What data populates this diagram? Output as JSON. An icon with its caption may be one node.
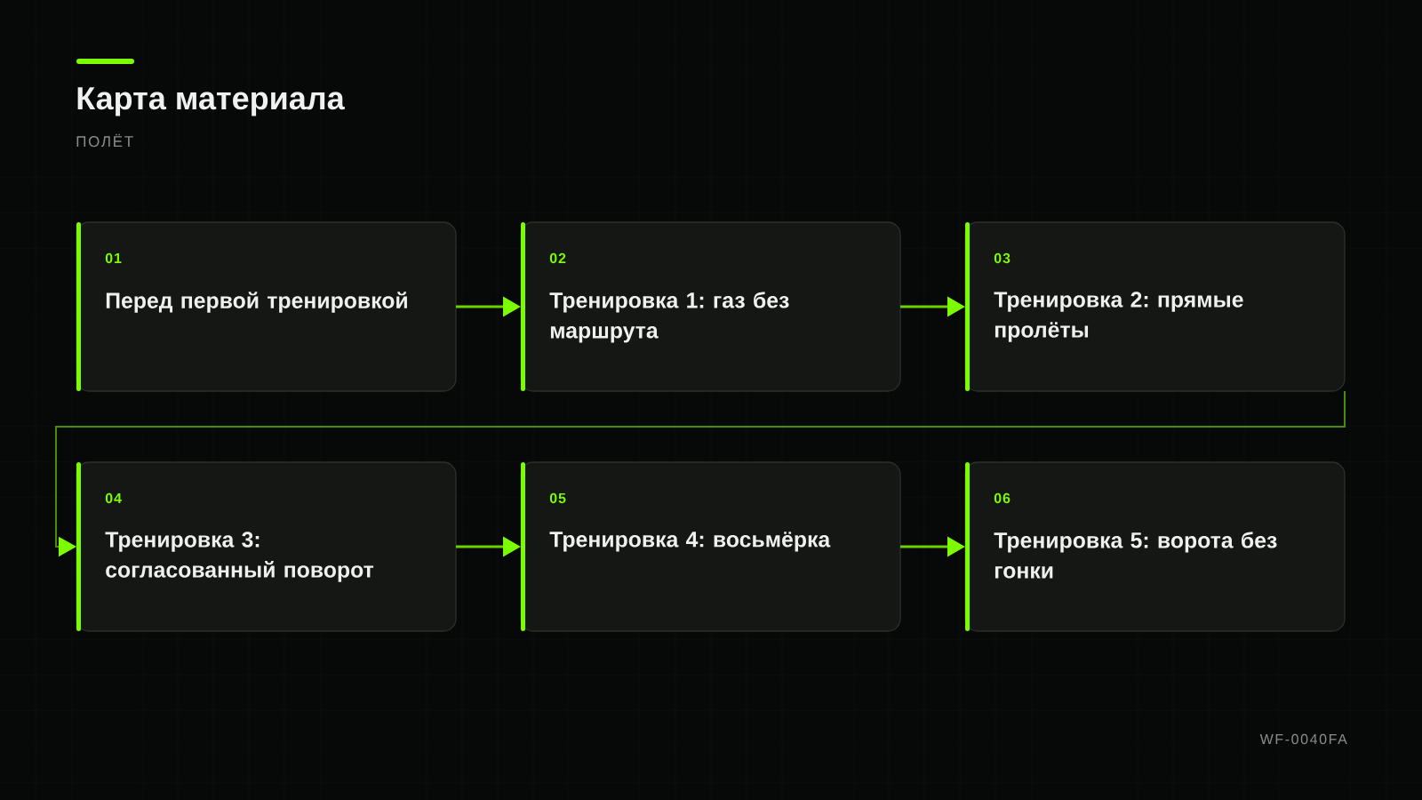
{
  "diagram": {
    "title": "Карта материала",
    "nodes": [
      {
        "text": [
          "01",
          "Перед первой тренировкой"
        ]
      },
      {
        "text": [
          "02",
          "Тренировка 1: газ без маршрута"
        ]
      },
      {
        "text": [
          "03",
          "Тренировка 2: прямые пролёты"
        ]
      },
      {
        "text": [
          "04",
          "Тренировка 3: согласованный поворот"
        ]
      },
      {
        "text": [
          "05",
          "Тренировка 4: восьмёрка"
        ]
      },
      {
        "text": [
          "06",
          "Тренировка 5: ворота без гонки"
        ]
      }
    ],
    "edges": [
      {
        "from": 0,
        "to": 1,
        "arrow": "to"
      },
      {
        "from": 1,
        "to": 2,
        "arrow": "to"
      },
      {
        "from": 2,
        "to": 3,
        "arrow": "to",
        "color": "#4a8c0c"
      },
      {
        "from": 3,
        "to": 4,
        "arrow": "to"
      },
      {
        "from": 4,
        "to": 5,
        "arrow": "to"
      }
    ],
    "labels": [
      "ПОЛЁТ",
      "WF-0040FA"
    ]
  }
}
